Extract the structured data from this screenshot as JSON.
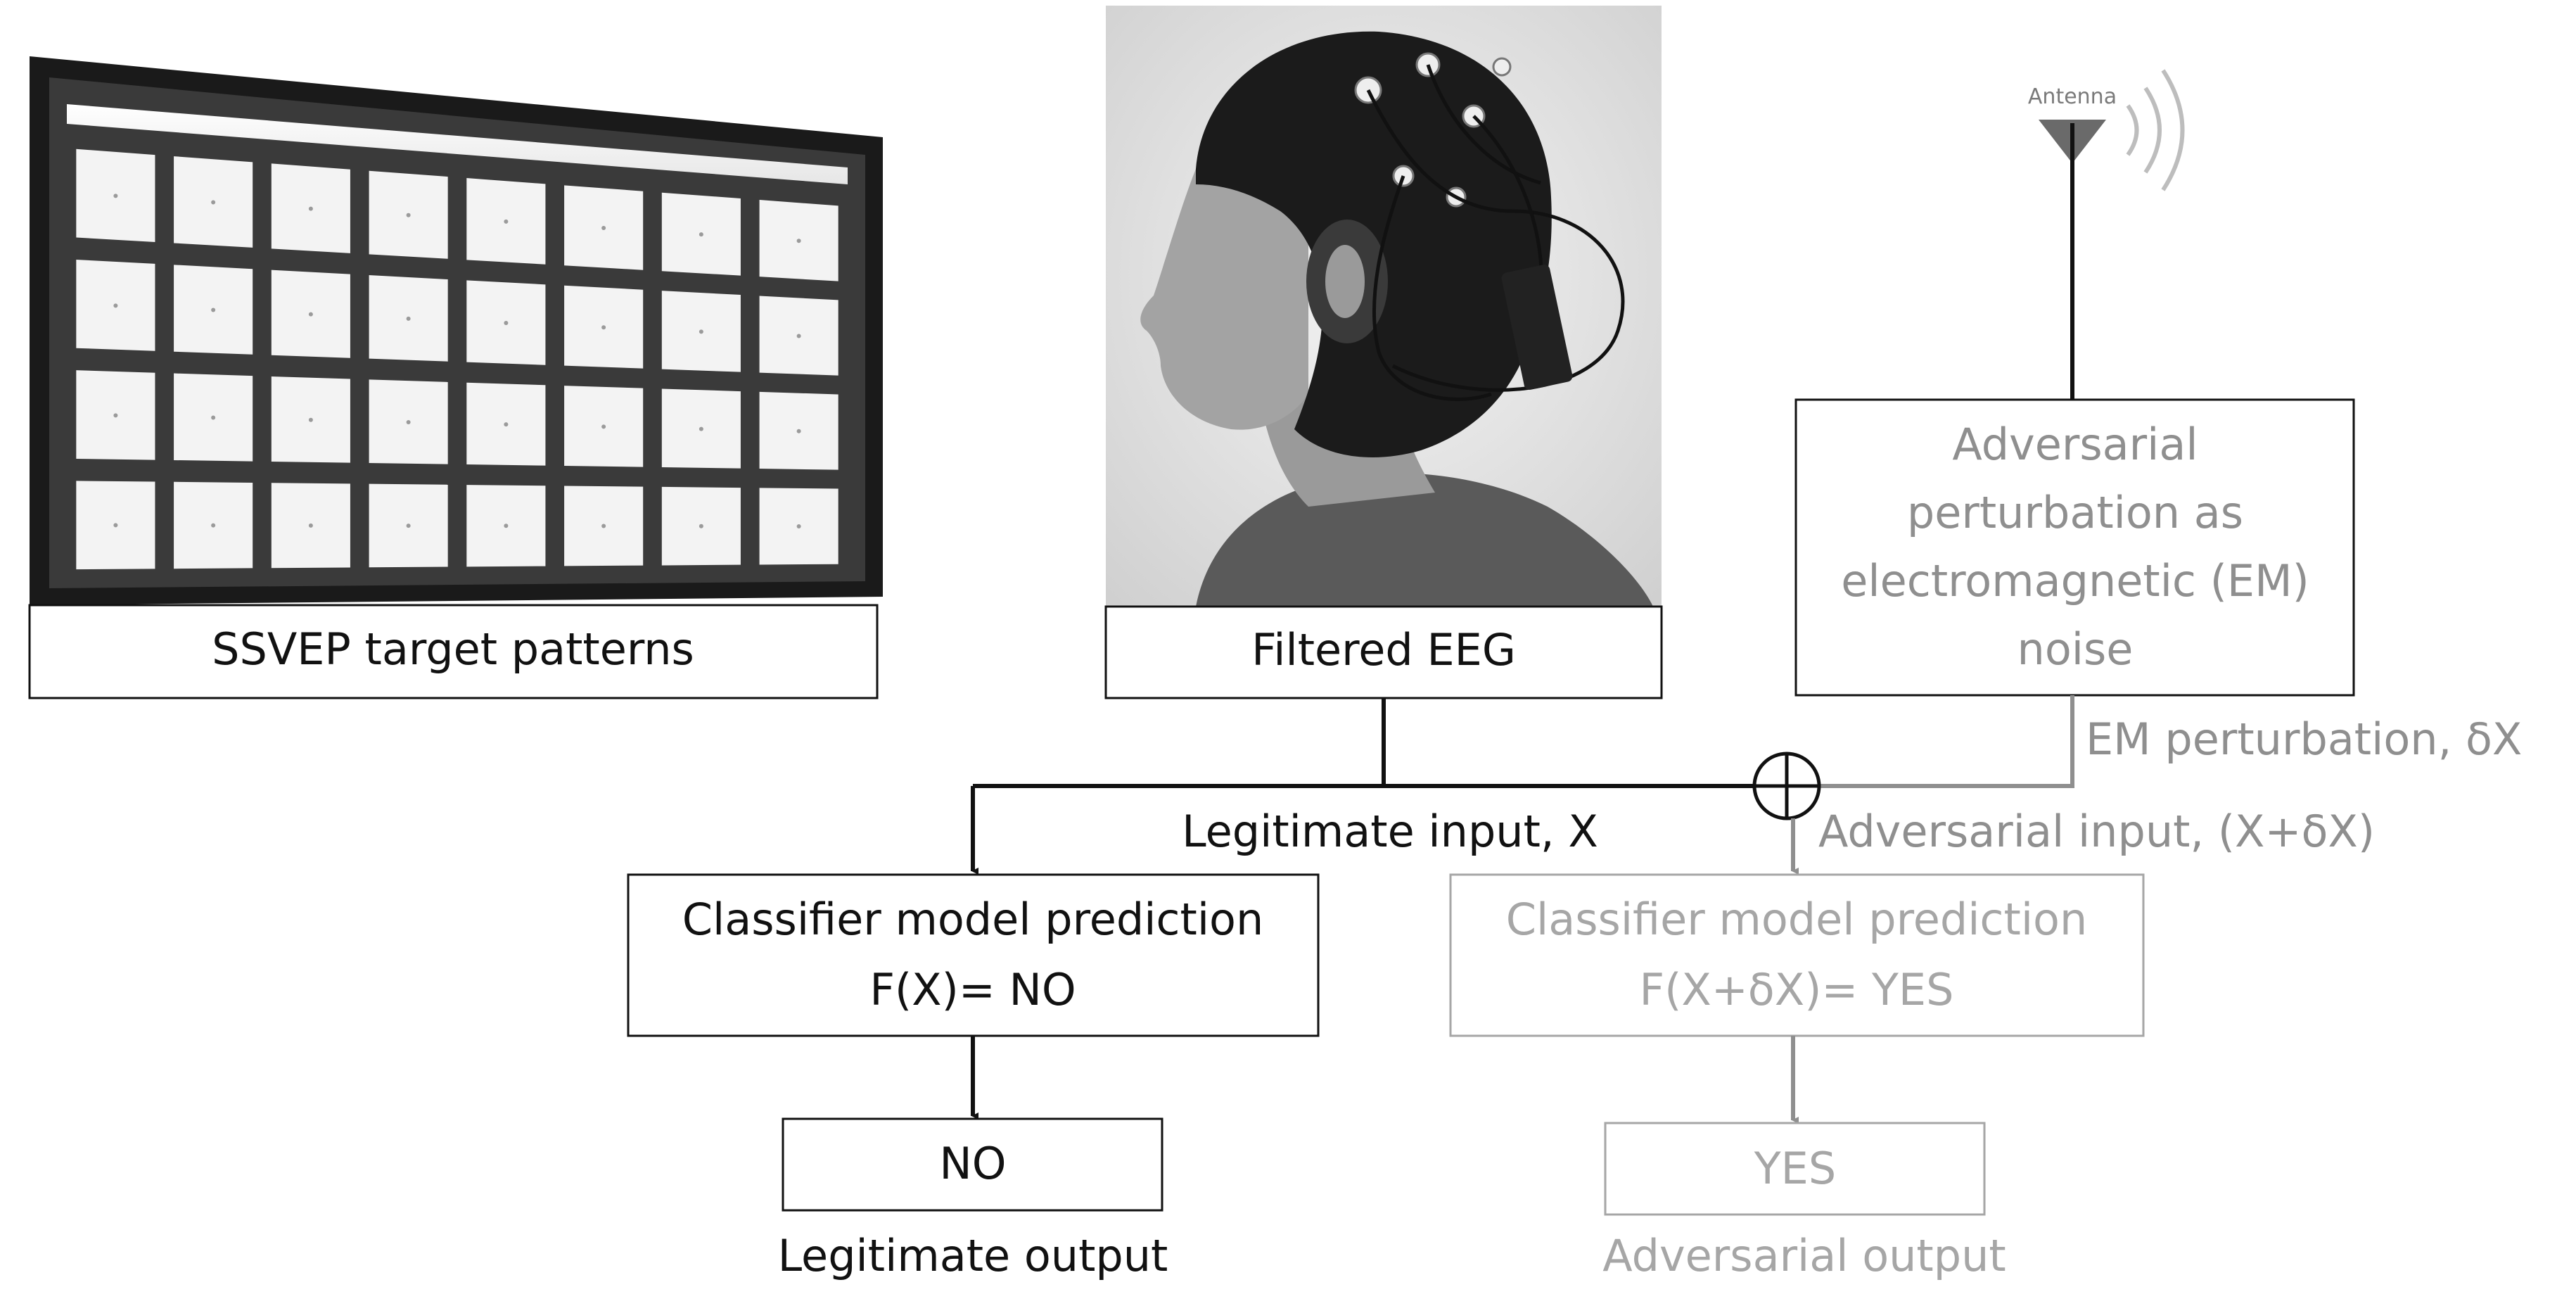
{
  "monitor": {
    "caption": "SSVEP target patterns",
    "grid_rows": 4,
    "grid_cols": 8
  },
  "subject": {
    "caption": "Filtered EEG"
  },
  "antenna": {
    "label": "Antenna"
  },
  "perturbation_box": {
    "lines": [
      "Adversarial",
      "perturbation as",
      "electromagnetic (EM)",
      "noise"
    ]
  },
  "edges": {
    "em_perturbation": "EM perturbation, δX",
    "legitimate_input": "Legitimate input, X",
    "adversarial_input": "Adversarial input, (X+δX)"
  },
  "legit_classifier": {
    "line1": "Classifier model prediction",
    "line2": "F(X)=  NO"
  },
  "adv_classifier": {
    "line1": "Classifier model prediction",
    "line2": "F(X+δX)=  YES"
  },
  "legit_output": {
    "value": "NO",
    "caption": "Legitimate output"
  },
  "adv_output": {
    "value": "YES",
    "caption": "Adversarial output"
  },
  "colors": {
    "dark": "#111111",
    "gray": "#8f8f8f",
    "light_gray": "#a6a6a6"
  }
}
